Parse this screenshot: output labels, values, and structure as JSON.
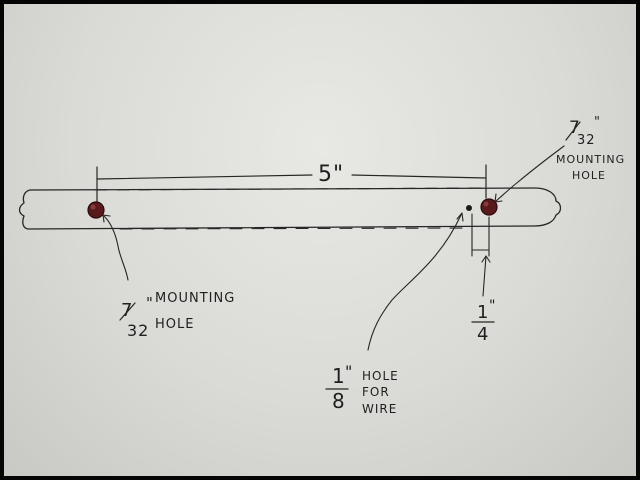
{
  "sketch": {
    "dimension_length": "5\"",
    "left_label": {
      "numerator": "7",
      "denominator": "32",
      "inch_mark": "\"",
      "word1": "MOUNTING",
      "word2": "HOLE"
    },
    "right_label": {
      "numerator": "7",
      "denominator": "32",
      "inch_mark": "\"",
      "word1": "MOUNTING",
      "word2": "HOLE"
    },
    "wire_label": {
      "numerator": "1",
      "denominator": "8",
      "inch_mark": "\"",
      "word1": "HOLE",
      "word2": "FOR",
      "word3": "WIRE"
    },
    "offset_label": {
      "numerator": "1",
      "denominator": "4",
      "inch_mark": "\""
    }
  }
}
